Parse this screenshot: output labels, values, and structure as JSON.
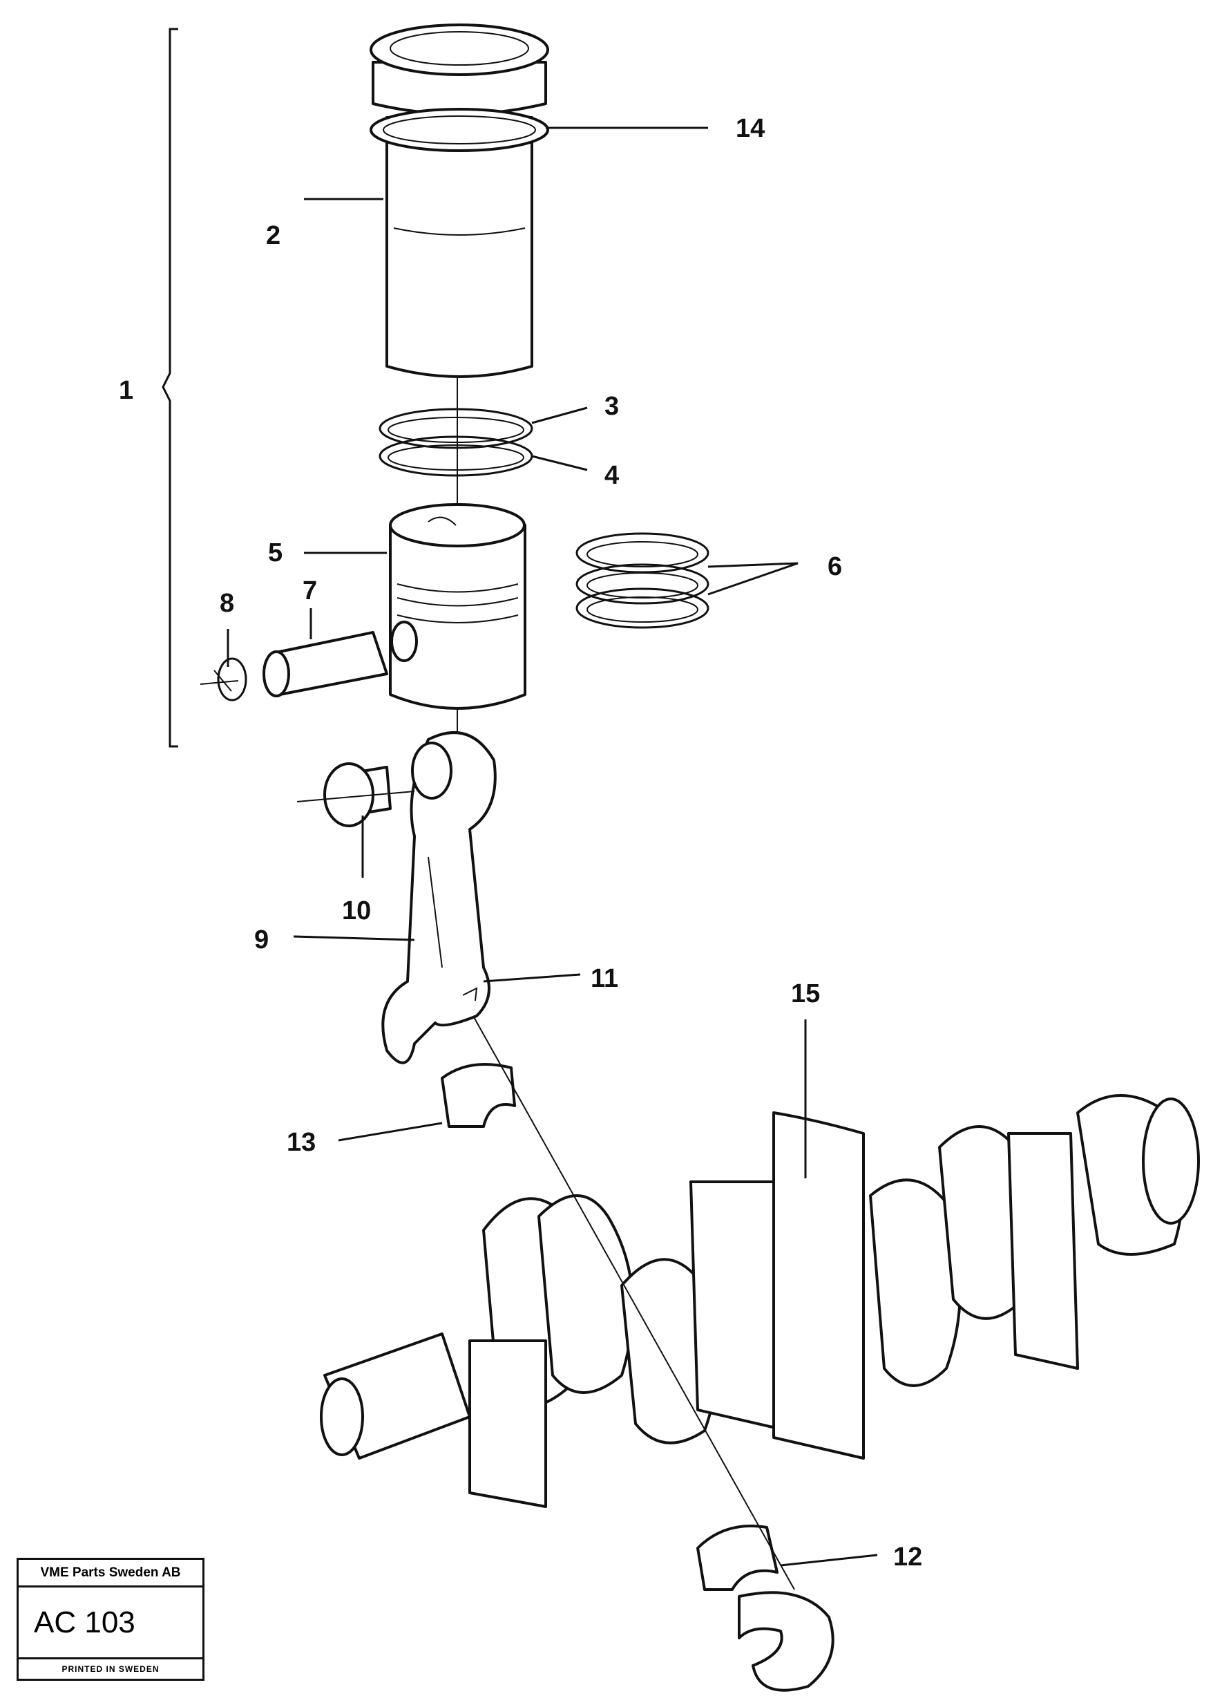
{
  "figure": {
    "callouts": [
      {
        "id": "1",
        "label": "1"
      },
      {
        "id": "2",
        "label": "2"
      },
      {
        "id": "3",
        "label": "3"
      },
      {
        "id": "4",
        "label": "4"
      },
      {
        "id": "5",
        "label": "5"
      },
      {
        "id": "6",
        "label": "6"
      },
      {
        "id": "7",
        "label": "7"
      },
      {
        "id": "8",
        "label": "8"
      },
      {
        "id": "9",
        "label": "9"
      },
      {
        "id": "10",
        "label": "10"
      },
      {
        "id": "11",
        "label": "11"
      },
      {
        "id": "12",
        "label": "12"
      },
      {
        "id": "13",
        "label": "13"
      },
      {
        "id": "14",
        "label": "14"
      },
      {
        "id": "15",
        "label": "15"
      }
    ]
  },
  "stamp": {
    "company": "VME Parts Sweden AB",
    "code": "AC 103",
    "footer": "PRINTED IN SWEDEN"
  }
}
